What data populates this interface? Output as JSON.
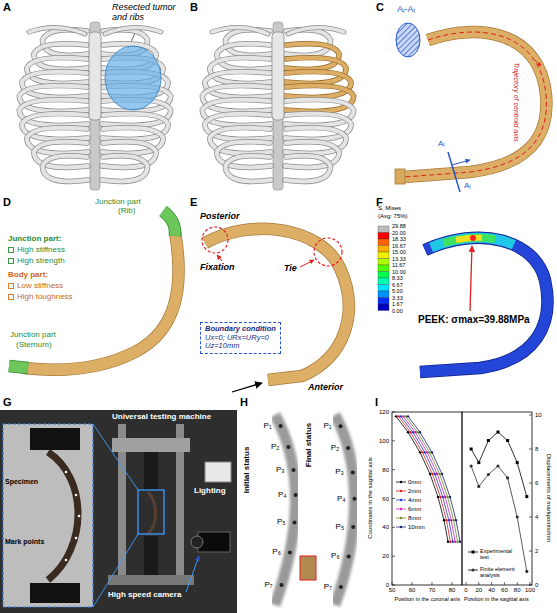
{
  "diagram": {
    "nodes": [
      {
        "text": [
          "Boundary condition",
          "Ux=0; URx=URy=0",
          "Uz=10mm"
        ]
      }
    ],
    "labels": [
      "A",
      "B",
      "C",
      "Resected tumor and ribs",
      "Aᵢ-Aᵢ",
      "Trajectory of centroid axis",
      "Aᵢ",
      "Aᵢ",
      "D",
      "E",
      "F",
      "Junction part",
      "(Rib)",
      "Junction part:",
      "Body part:",
      "Junction part",
      "(Sternum)",
      "Posterior",
      "Fixation",
      "Tie",
      "Anterior",
      "S, Mises",
      "(Avg: 75%)",
      "29.88",
      "20.00",
      "18.33",
      "16.67",
      "15.00",
      "13.33",
      "11.67",
      "10.00",
      "8.33",
      "6.67",
      "5.00",
      "3.33",
      "1.67",
      "0.00",
      "PEEK: σmax=39.88MPa",
      "G",
      "H",
      "I",
      "Universal testing machine",
      "Specimen",
      "Mark points",
      "High speed camera",
      "Lighting",
      "Initial status",
      "Final status",
      "P₁",
      "P₂",
      "P₃",
      "P₄",
      "P₅",
      "P₆",
      "P₇",
      "P₁",
      "P₂",
      "P₃",
      "P₄",
      "P₅",
      "P₆",
      "P₇",
      "Coordinates in the sagittal axis",
      "Position in the coronal axis",
      "Position in the sagittal axis",
      "Displacements of markpoints/mm",
      "0",
      "20",
      "40",
      "60",
      "80",
      "100",
      "120",
      "50",
      "60",
      "70",
      "80",
      "0",
      "20",
      "40",
      "60",
      "80",
      "100",
      "0",
      "2",
      "4",
      "6",
      "8",
      "10"
    ],
    "legend": [
      {
        "text": "High stiffness",
        "color": "#3c9a3c"
      },
      {
        "text": "High strength",
        "color": "#3c9a3c"
      },
      {
        "text": "Low stiffness",
        "color": "#e07b2a"
      },
      {
        "text": "High toughness",
        "color": "#e07b2a"
      },
      {
        "text": "0mm"
      },
      {
        "text": "2mm"
      },
      {
        "text": "4mm"
      },
      {
        "text": "6mm"
      },
      {
        "text": "8mm"
      },
      {
        "text": "10mm"
      },
      {
        "text": "Experimental test"
      },
      {
        "text": "Finite element analysis"
      }
    ]
  }
}
